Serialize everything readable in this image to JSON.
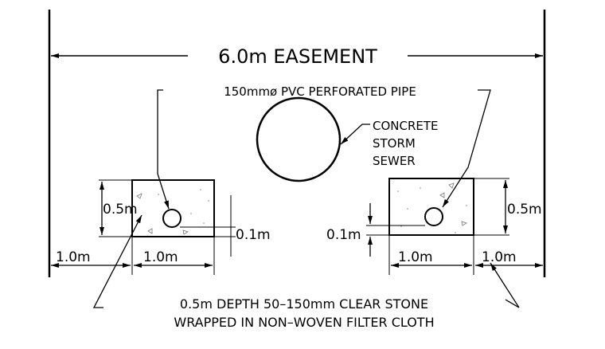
{
  "labels": {
    "easement": "6.0m EASEMENT",
    "pipe": "150mmø PVC PERFORATED PIPE",
    "sewer_line1": "CONCRETE",
    "sewer_line2": "STORM",
    "sewer_line3": "SEWER",
    "depth_left": "0.5m",
    "depth_right": "0.5m",
    "pipe_offset_left": "0.1m",
    "pipe_offset_right": "0.1m",
    "setback_left": "1.0m",
    "trench_width_left": "1.0m",
    "trench_width_right": "1.0m",
    "setback_right": "1.0m",
    "stone_line1": "0.5m DEPTH 50–150mm CLEAR STONE",
    "stone_line2": "WRAPPED IN NON–WOVEN FILTER CLOTH"
  },
  "colors": {
    "line": "#000000",
    "background": "#ffffff"
  }
}
